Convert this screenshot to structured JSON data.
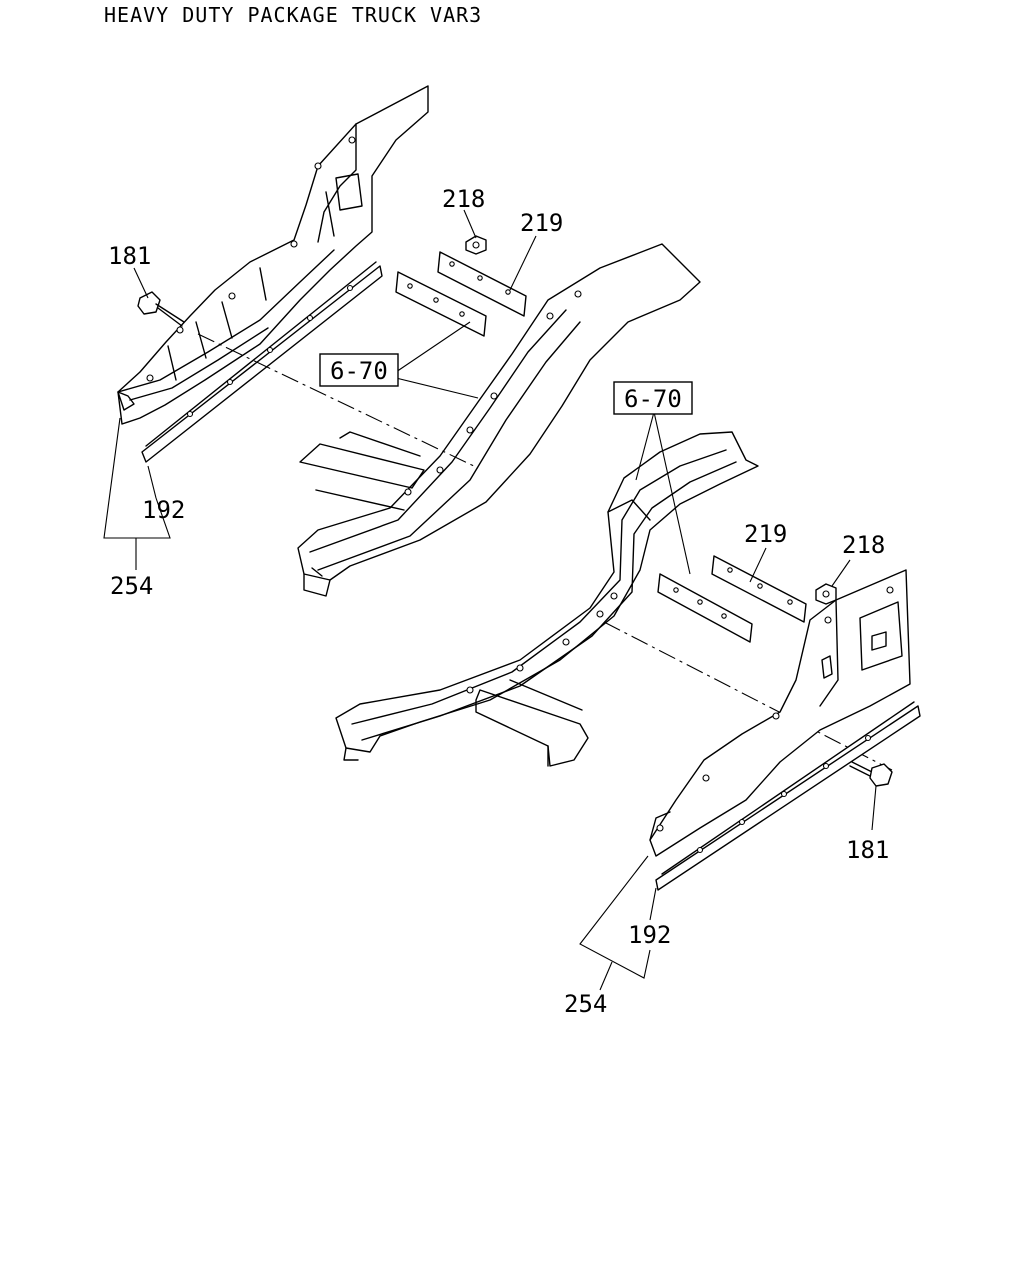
{
  "title": "HEAVY DUTY PACKAGE TRUCK VAR3",
  "callouts": {
    "left": {
      "p181": "181",
      "p218": "218",
      "p219": "219",
      "ref670": "6-70",
      "p192": "192",
      "p254": "254"
    },
    "right": {
      "ref670": "6-70",
      "p219": "219",
      "p218": "218",
      "p181": "181",
      "p192": "192",
      "p254": "254"
    }
  }
}
